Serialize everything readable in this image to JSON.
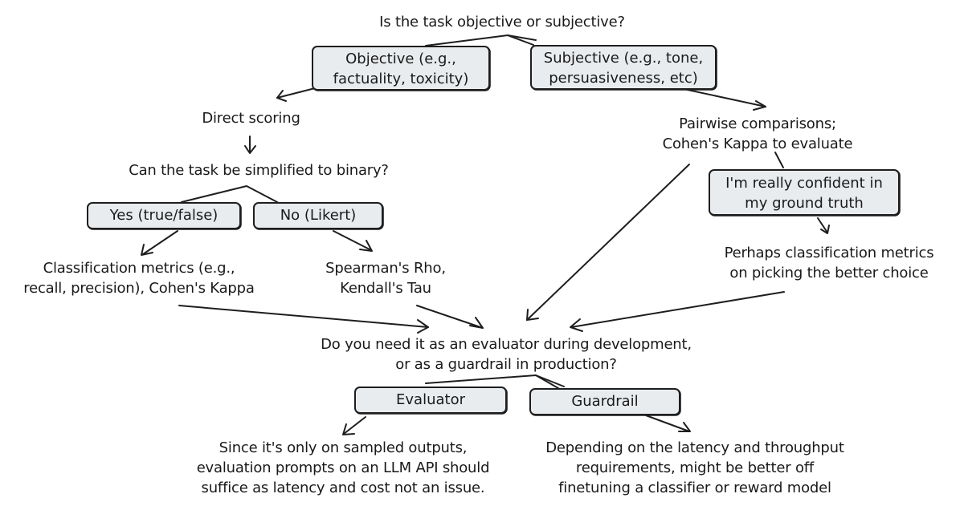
{
  "q1": "Is the task objective or subjective?",
  "objective": [
    "Objective (e.g.,",
    "factuality, toxicity)"
  ],
  "subjective": [
    "Subjective (e.g., tone,",
    "persuasiveness, etc)"
  ],
  "direct_scoring": "Direct scoring",
  "q2": "Can the task be simplified to binary?",
  "yes": "Yes (true/false)",
  "no": "No (Likert)",
  "classification": [
    "Classification metrics (e.g.,",
    "recall, precision), Cohen's Kappa"
  ],
  "spearman": [
    "Spearman's Rho,",
    "Kendall's Tau"
  ],
  "pairwise": [
    "Pairwise comparisons;",
    "Cohen's Kappa to evaluate"
  ],
  "confident": [
    "I'm really confident in",
    "my ground truth"
  ],
  "perhaps": [
    "Perhaps classification metrics",
    "on picking the better choice"
  ],
  "q3": [
    "Do you need it as an evaluator during development,",
    "or as a guardrail in production?"
  ],
  "evaluator": "Evaluator",
  "guardrail": "Guardrail",
  "evaluator_note": [
    "Since it's only on sampled outputs,",
    "evaluation prompts on an LLM API should",
    "suffice as latency and cost not an issue."
  ],
  "guardrail_note": [
    "Depending on the latency and throughput",
    "requirements, might be better off",
    "finetuning a classifier or reward model"
  ]
}
